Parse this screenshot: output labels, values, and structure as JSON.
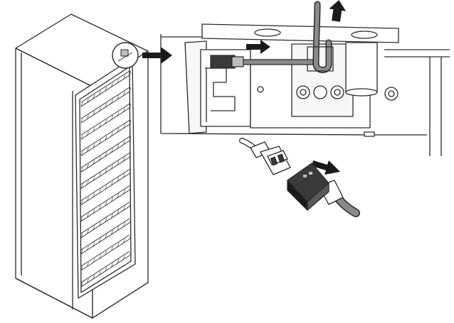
{
  "figure": {
    "description_visible_text": "",
    "palette": {
      "line": "#2a2a2a",
      "dark_fill": "#3a3a3a",
      "mid_fill": "#8a8a8a",
      "light_fill": "#bdbdbd",
      "panel_fill": "#f7f7f7",
      "background": "#ffffff"
    },
    "parts": [
      {
        "id": "refrigerator-cabinet",
        "icon": "wine-cooler-icon"
      },
      {
        "id": "hinge-detail-callout",
        "icon": "magnifier-circle-icon"
      },
      {
        "id": "zoom-arrow",
        "icon": "arrow-right-icon"
      },
      {
        "id": "hinge-bracket",
        "icon": "hinge-icon"
      },
      {
        "id": "cable-up-arrow",
        "icon": "arrow-up-icon"
      },
      {
        "id": "connector-slide-arrow",
        "icon": "arrow-right-icon"
      },
      {
        "id": "plug-male",
        "icon": "connector-plug-icon"
      },
      {
        "id": "plug-female",
        "icon": "connector-socket-icon"
      },
      {
        "id": "disconnect-arrow",
        "icon": "arrow-diagonal-icon"
      }
    ],
    "shelf_count": 12
  }
}
